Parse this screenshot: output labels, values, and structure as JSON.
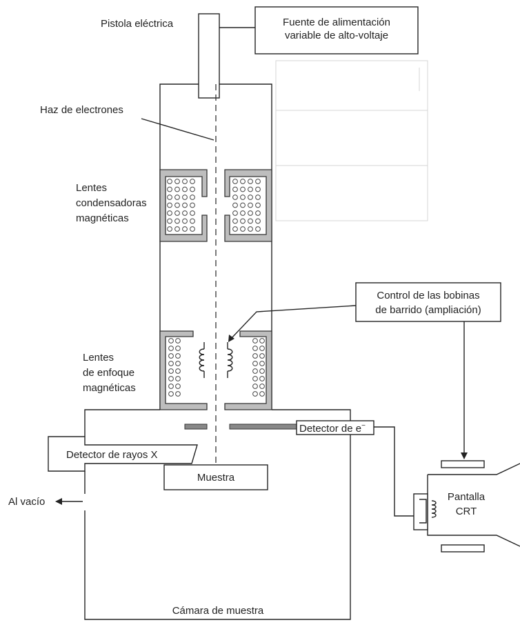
{
  "labels": {
    "electric_gun": "Pistola eléctrica",
    "power_supply_line1": "Fuente de alimentación",
    "power_supply_line2": "variable de alto-voltaje",
    "electron_beam": "Haz de electrones",
    "condenser_lens_line1": "Lentes",
    "condenser_lens_line2": "condensadoras",
    "condenser_lens_line3": "magnéticas",
    "scan_control_line1": "Control de las bobinas",
    "scan_control_line2": "de barrido (ampliación)",
    "focus_lens_line1": "Lentes",
    "focus_lens_line2": "de enfoque",
    "focus_lens_line3": "magnéticas",
    "electron_detector": "Detector de e",
    "electron_detector_superscript": "−",
    "xray_detector": "Detector de rayos X",
    "sample": "Muestra",
    "vacuum": "Al vacío",
    "crt_line1": "Pantalla",
    "crt_line2": "CRT",
    "sample_chamber": "Cámara de muestra"
  },
  "colors": {
    "ink": "#222222",
    "coil_fill": "#bdbdbd",
    "background": "#ffffff"
  }
}
